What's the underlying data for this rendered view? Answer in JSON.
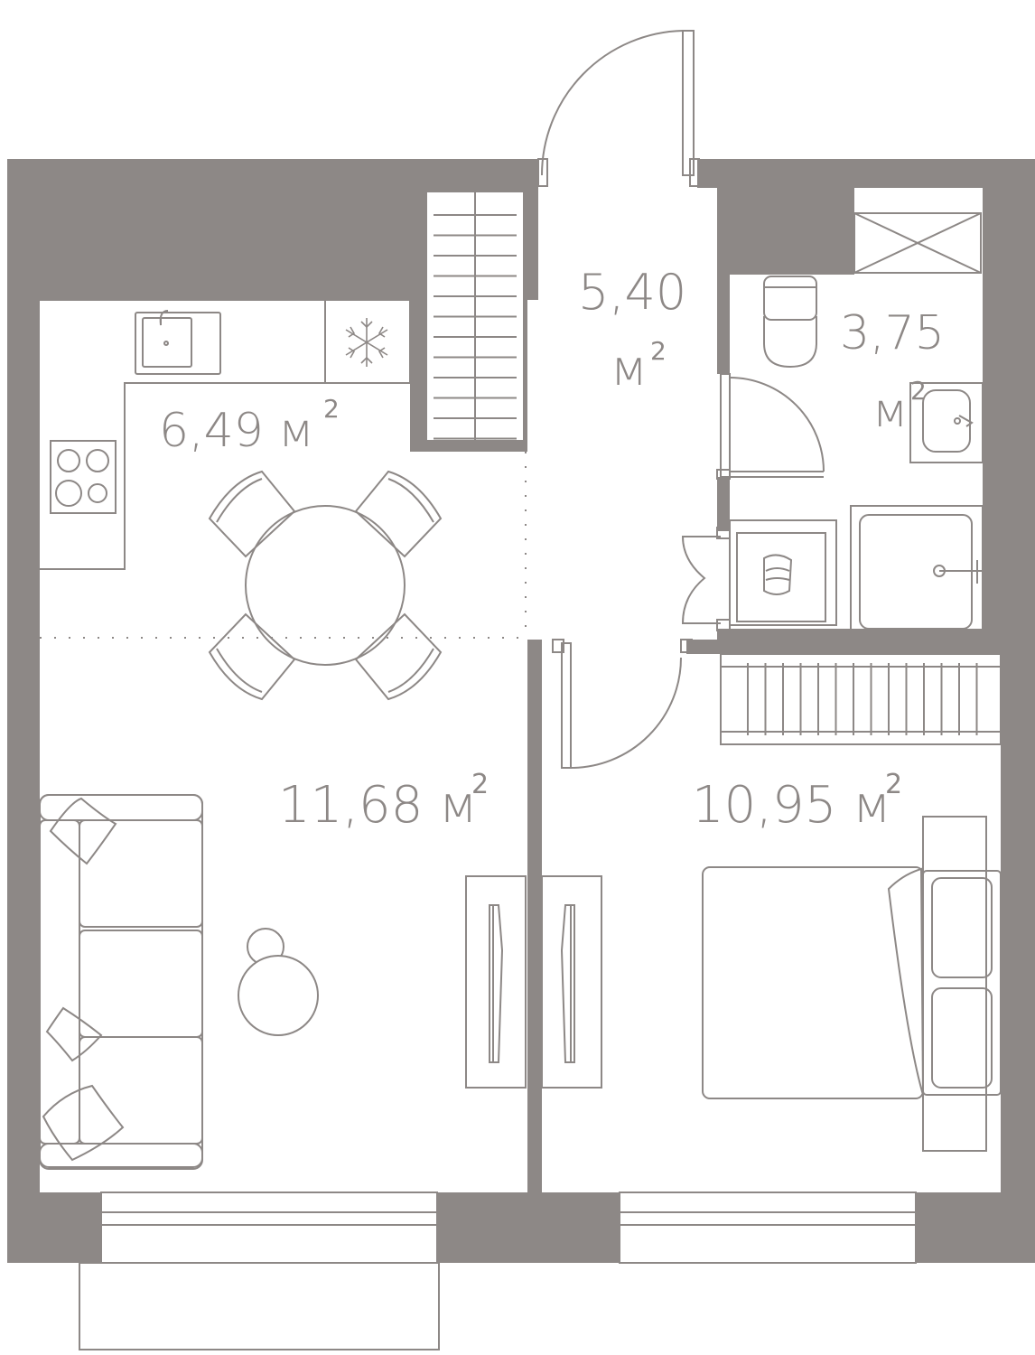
{
  "plan": {
    "colors": {
      "wall": "#8d8886",
      "line": "#8d8886",
      "background": "#ffffff"
    },
    "rooms": [
      {
        "id": "hall",
        "area": "5,40",
        "unit": "м",
        "unit_power": "2"
      },
      {
        "id": "bathroom",
        "area": "3,75",
        "unit": "м",
        "unit_power": "2"
      },
      {
        "id": "kitchen",
        "area": "6,49 м",
        "unit_power": "2"
      },
      {
        "id": "living-room",
        "area": "11,68 м",
        "unit_power": "2"
      },
      {
        "id": "bedroom",
        "area": "10,95 м",
        "unit_power": "2"
      }
    ],
    "icons": [
      "snowflake-icon",
      "sink-icon",
      "stove-icon",
      "toilet-icon",
      "washbasin-icon",
      "washing-machine-icon",
      "shower-icon",
      "ventilation-shaft-icon"
    ]
  }
}
